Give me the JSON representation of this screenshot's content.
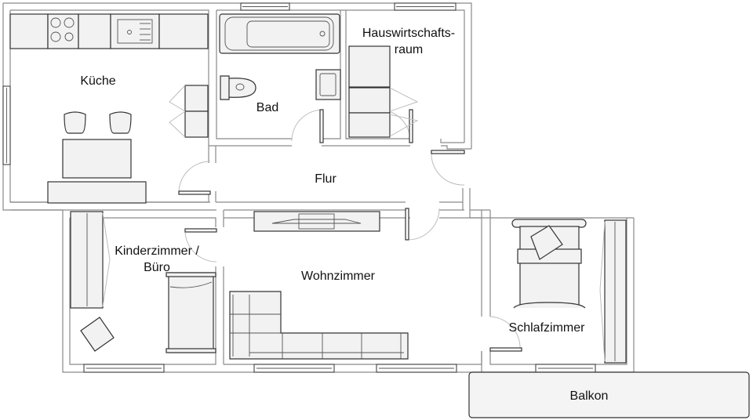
{
  "floorplan": {
    "title": "Wohnungsgrundriss",
    "rooms": [
      {
        "id": "kueche",
        "label": "Küche"
      },
      {
        "id": "bad",
        "label": "Bad"
      },
      {
        "id": "hwr",
        "label_line1": "Hauswirtschafts-",
        "label_line2": "raum"
      },
      {
        "id": "flur",
        "label": "Flur"
      },
      {
        "id": "kinderzimmer",
        "label_line1": "Kinderzimmer /",
        "label_line2": "Büro"
      },
      {
        "id": "wohnzimmer",
        "label": "Wohnzimmer"
      },
      {
        "id": "schlafzimmer",
        "label": "Schlafzimmer"
      },
      {
        "id": "balkon",
        "label": "Balkon"
      }
    ],
    "colors": {
      "wall": "#8a8a8a",
      "furniture_fill": "#f2f2f2",
      "outline": "#333333",
      "text": "#111111"
    }
  }
}
